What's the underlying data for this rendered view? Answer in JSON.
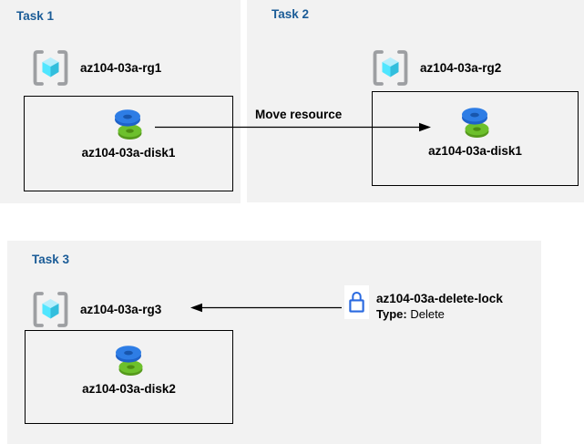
{
  "colors": {
    "panel_bg": "#f2f2f2",
    "title_blue": "#1b5c97",
    "arrow_black": "#000000",
    "lock_blue": "#2a6ae0",
    "rg_bracket_gray": "#9d9fa2",
    "rg_cube_top": "#b5eefc",
    "rg_cube_left": "#50e6ff",
    "rg_cube_right": "#32bedd",
    "disk_blue_top": "#2e7de5",
    "disk_blue_side": "#1e62c9",
    "disk_blue_hole": "#1856ad",
    "disk_green_top": "#6dc02c",
    "disk_green_side": "#55991c",
    "disk_green_hole": "#4c8c12"
  },
  "tasks": [
    {
      "title": "Task 1",
      "resource_group": "az104-03a-rg1",
      "disk": "az104-03a-disk1"
    },
    {
      "title": "Task 2",
      "resource_group": "az104-03a-rg2",
      "disk": "az104-03a-disk1"
    },
    {
      "title": "Task 3",
      "resource_group": "az104-03a-rg3",
      "disk": "az104-03a-disk2"
    }
  ],
  "move_arrow": {
    "label": "Move resource"
  },
  "lock": {
    "name": "az104-03a-delete-lock",
    "type_label": "Type:",
    "type_value": " Delete"
  }
}
